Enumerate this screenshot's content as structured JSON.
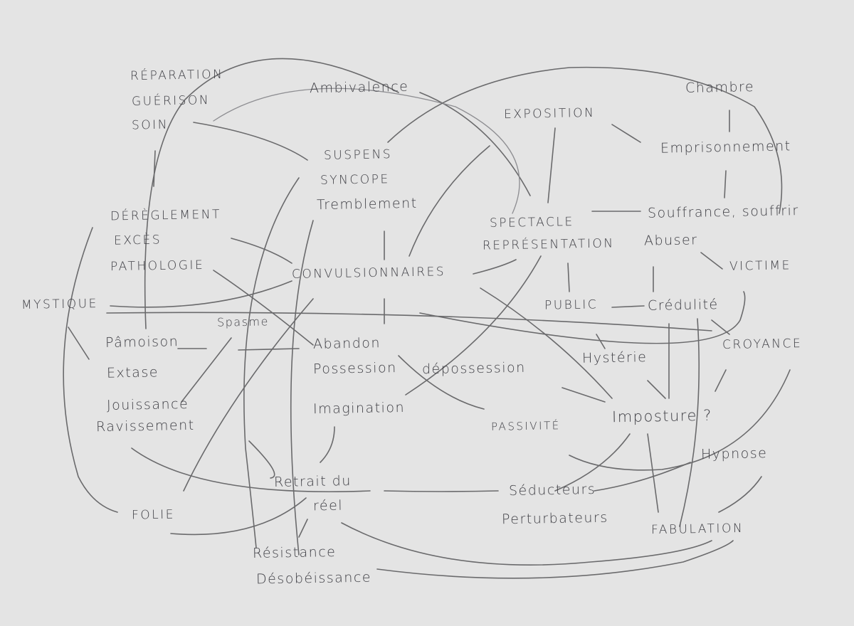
{
  "nodes": {
    "reparation": "RÉPARATION",
    "guerison": "GUÉRISON",
    "soin": "SOIN",
    "ambivalence": "Ambivalence",
    "exposition": "EXPOSITION",
    "chambre": "Chambre",
    "emprisonnement": "Emprisonnement",
    "suspens": "SUSPENS",
    "syncope": "SYNCOPE",
    "tremblement": "Tremblement",
    "spectacle": "SPECTACLE",
    "representation": "REPRÉSENTATION",
    "souffrance": "Souffrance, souffrir",
    "abuser": "Abuser",
    "victime": "VICTIME",
    "dereglement": "DÉRÈGLEMENT",
    "exces": "EXCÈS",
    "pathologie": "PATHOLOGIE",
    "convulsionnaires": "CONVULSIONNAIRES",
    "mystique": "MYSTIQUE",
    "public": "PUBLIC",
    "credulite": "Crédulité",
    "spasme": "Spasme",
    "pamoison": "Pâmoison",
    "abandon": "Abandon",
    "possession": "Possession",
    "depossession": "dépossession",
    "hysterie": "Hystérie",
    "croyance": "CROYANCE",
    "extase": "Extase",
    "jouissance": "Jouissance",
    "ravissement": "Ravissement",
    "imagination": "Imagination",
    "passivite": "PASSIVITÉ",
    "imposture": "Imposture ?",
    "hypnose": "Hypnose",
    "retrait": "Retrait du",
    "reel": "réel",
    "seducteurs": "Séducteurs",
    "perturbateurs": "Perturbateurs",
    "folie": "FOLIE",
    "fabulation": "FABULATION",
    "resistance": "Résistance",
    "desobeissance": "Désobéissance"
  },
  "colors": {
    "paper": "#e4e4e4",
    "pencil": "#3e3e44"
  }
}
